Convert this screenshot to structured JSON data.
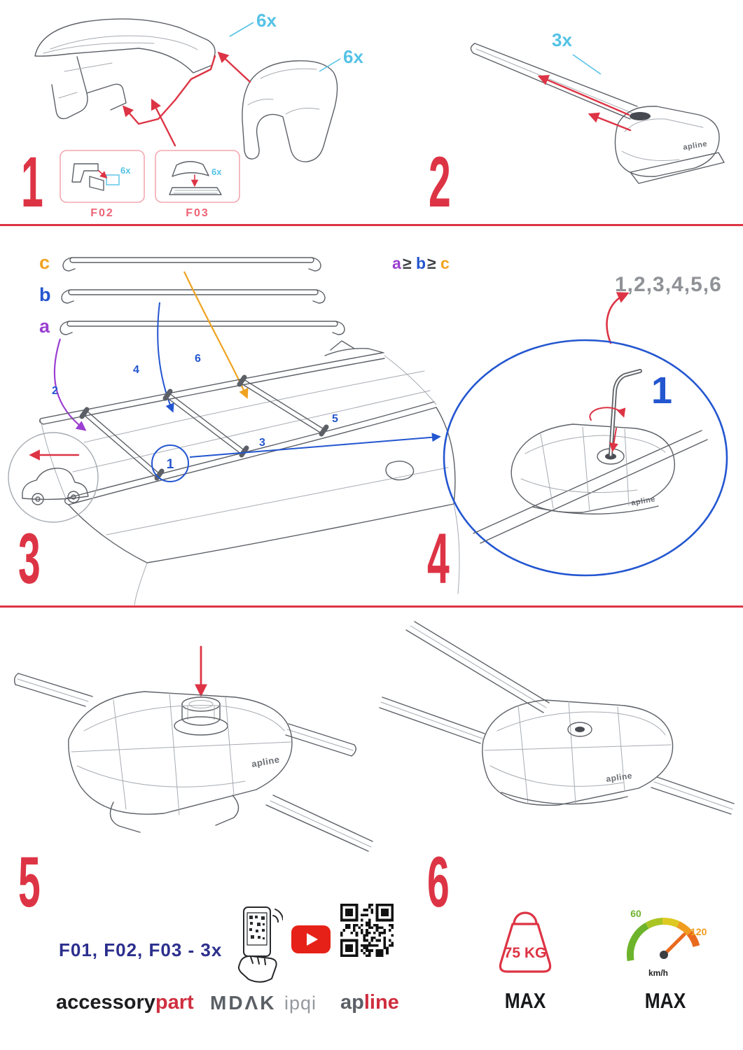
{
  "colors": {
    "red": "#dd3445",
    "pink": "#ed6476",
    "pinkline": "#f3a8b1",
    "cyan": "#55c2e6",
    "purple": "#9b3fd1",
    "blue": "#2356d0",
    "orange": "#efa320",
    "gray_seq": "#8f9296",
    "navy": "#2c2f8d",
    "line": "#5c6066",
    "lightline": "#a6abb1",
    "brand_red": "#cf2e3f",
    "brand_dark": "#1d1d1f",
    "brand_gray": "#5b6066",
    "brand_lightgray": "#95999f",
    "youtube": "#e62117",
    "green": "#6db42c",
    "lime": "#a9c524",
    "yellow": "#ddc922",
    "orange_seg": "#f09c1e",
    "deep_orange": "#e96a1e",
    "ink": "#3c4043"
  },
  "step1": {
    "number": "1",
    "qty_clamp": "6x",
    "qty_cover": "6x",
    "box1": {
      "label": "F02",
      "qty": "6x"
    },
    "box2": {
      "label": "F03",
      "qty": "6x"
    }
  },
  "step2": {
    "number": "2",
    "qty": "3x",
    "brand": "apline"
  },
  "step3": {
    "number": "3",
    "bar_a": "a",
    "bar_b": "b",
    "bar_c": "c",
    "rule": {
      "a": "a",
      "ge1": "≥",
      "b": "b",
      "ge2": "≥",
      "c": "c"
    },
    "positions": {
      "p1": "1",
      "p2": "2",
      "p3": "3",
      "p4": "4",
      "p5": "5",
      "p6": "6"
    }
  },
  "step4": {
    "number": "4",
    "sequence": "1,2,3,4,5,6",
    "start": "1",
    "brand": "apline"
  },
  "step5": {
    "number": "5",
    "brand": "apline"
  },
  "step6": {
    "number": "6",
    "brand": "apline"
  },
  "footer": {
    "kit_line": "F01, F02, F03 - 3x",
    "logos": {
      "accessory": "accessory",
      "part": "part",
      "mdak": "MDΛK",
      "ipqi": "ipqi",
      "ap": "ap",
      "line": "line"
    },
    "weight": {
      "value": "75 KG",
      "max": "MAX"
    },
    "speed": {
      "min": "60",
      "max_value": "120",
      "unit": "km/h",
      "max": "MAX"
    }
  }
}
